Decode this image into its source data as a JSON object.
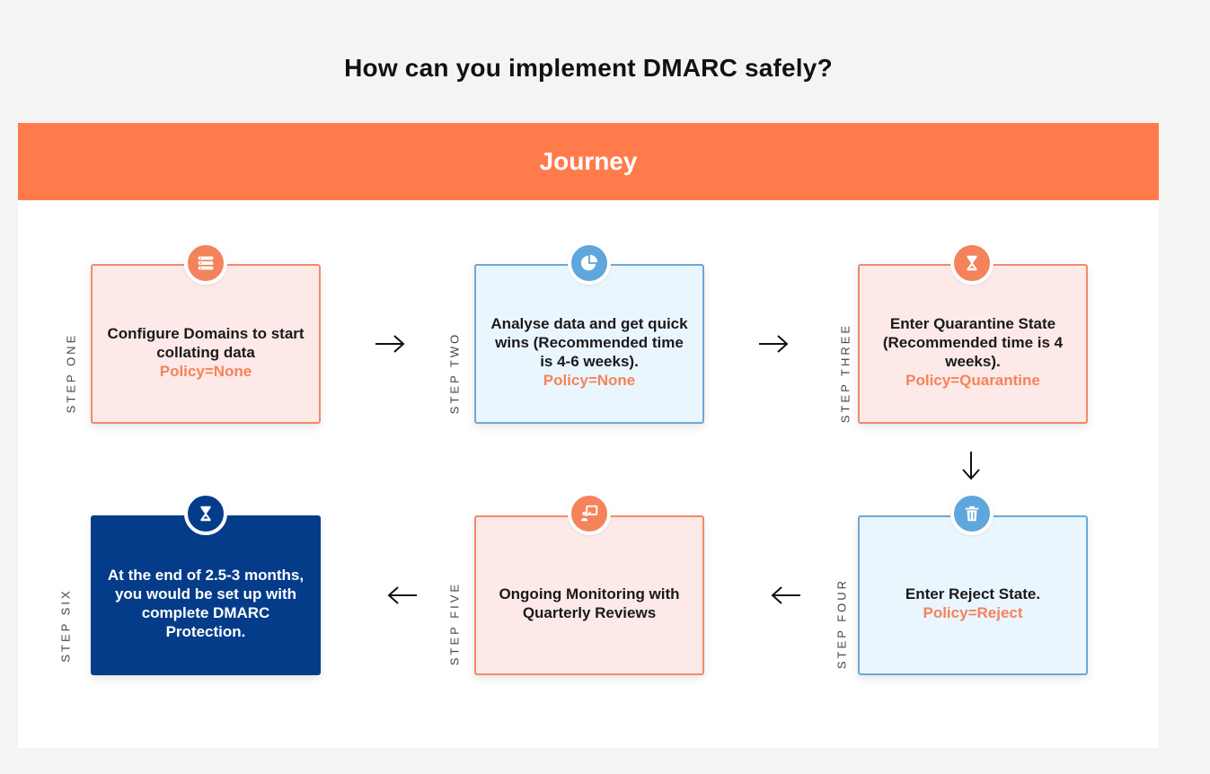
{
  "title": "How can you implement DMARC safely?",
  "banner": "Journey",
  "colors": {
    "orange": "#ff7b4c",
    "blue": "#5fa6dc",
    "navy": "#053c8a",
    "policy": "#f4835b"
  },
  "steps": [
    {
      "label": "STEP ONE",
      "text": "Configure Domains to start collating data",
      "policy": "Policy=None",
      "icon": "server-icon"
    },
    {
      "label": "STEP TWO",
      "text": "Analyse data and get quick wins (Recommended time is 4-6 weeks).",
      "policy": "Policy=None",
      "icon": "pie-chart-icon"
    },
    {
      "label": "STEP THREE",
      "text": "Enter Quarantine State (Recommended time is 4 weeks).",
      "policy": "Policy=Quarantine",
      "icon": "hourglass-icon"
    },
    {
      "label": "STEP FOUR",
      "text": "Enter Reject State.",
      "policy": "Policy=Reject",
      "icon": "trash-icon"
    },
    {
      "label": "STEP FIVE",
      "text": "Ongoing Monitoring with Quarterly Reviews",
      "policy": "",
      "icon": "presentation-icon"
    },
    {
      "label": "STEP SIX",
      "text": "At the end of 2.5-3 months, you would be set up with complete DMARC Protection.",
      "policy": "",
      "icon": "hourglass-icon"
    }
  ]
}
